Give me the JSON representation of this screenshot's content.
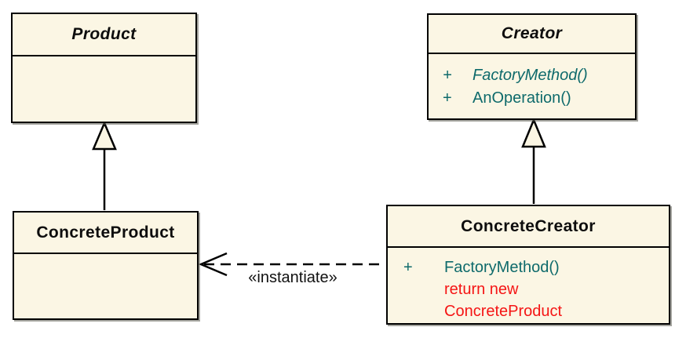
{
  "diagram": {
    "kind": "uml-class-diagram",
    "pattern": "Factory Method",
    "colors": {
      "background": "#FFFFFF",
      "box_fill": "#FBF6E4",
      "box_border": "#000000",
      "method_text": "#0E6A6B",
      "annotation_text": "#F51515",
      "label_text": "#111111"
    },
    "classes": {
      "product": {
        "name": "Product",
        "abstract": true,
        "members": []
      },
      "creator": {
        "name": "Creator",
        "abstract": true,
        "members": [
          {
            "visibility": "+",
            "text": "FactoryMethod()",
            "italic": true
          },
          {
            "visibility": "+",
            "text": "AnOperation()",
            "italic": false
          }
        ]
      },
      "concrete_product": {
        "name": "ConcreteProduct",
        "abstract": false,
        "members": []
      },
      "concrete_creator": {
        "name": "ConcreteCreator",
        "abstract": false,
        "members": [
          {
            "visibility": "+",
            "text": "FactoryMethod()",
            "italic": false
          }
        ],
        "note_lines": [
          "return new",
          "ConcreteProduct"
        ]
      }
    },
    "relations": {
      "generalizations": [
        {
          "from": "ConcreteProduct",
          "to": "Product"
        },
        {
          "from": "ConcreteCreator",
          "to": "Creator"
        }
      ],
      "dependency": {
        "from": "ConcreteCreator",
        "to": "ConcreteProduct",
        "label": "«instantiate»",
        "style": "dashed-open-arrow"
      }
    }
  }
}
